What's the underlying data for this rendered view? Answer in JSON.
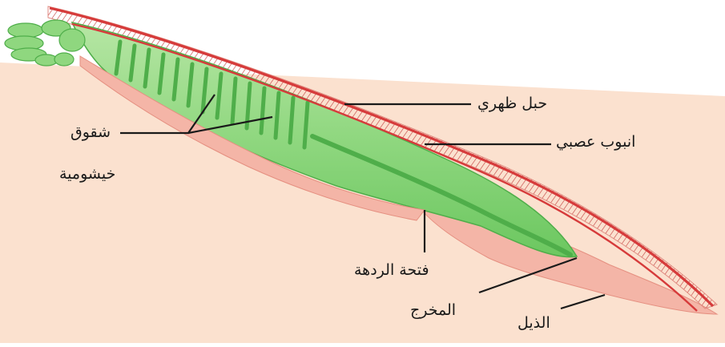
{
  "diagram": {
    "subject": "lancelet",
    "colors": {
      "background": "#fbe1cf",
      "body_green": "#8fd77f",
      "dark_green": "#4fae4a",
      "notochord_red": "#d63b3b",
      "skin_pink": "#f4b5a7",
      "line": "#1a1a1a"
    },
    "labels": {
      "dorsal_cord": "حبل ظهري",
      "nerve_tube": "انبوب عصبي",
      "gill_slits_line1": "شقوق",
      "gill_slits_line2": "خيشومية",
      "atriopore": "فتحة الردهة",
      "anus": "المخرج",
      "tail": "الذيل"
    }
  }
}
